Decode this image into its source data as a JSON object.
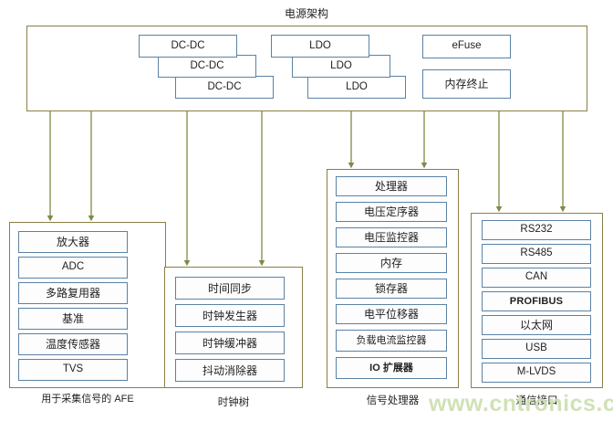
{
  "diagram": {
    "title": "电源架构",
    "watermark": "www.cntronics.com"
  },
  "power_block": {
    "name": "电源架构",
    "rails": {
      "dcdc": [
        "DC-DC",
        "DC-DC",
        "DC-DC"
      ],
      "ldo": [
        "LDO",
        "LDO",
        "LDO"
      ],
      "misc": [
        "eFuse",
        "内存终止"
      ]
    }
  },
  "groups": [
    {
      "id": "afe",
      "caption": "用于采集信号的 AFE",
      "items": [
        "放大器",
        "ADC",
        "多路复用器",
        "基准",
        "温度传感器",
        "TVS"
      ]
    },
    {
      "id": "clock-tree",
      "caption": "时钟树",
      "items": [
        "时间同步",
        "时钟发生器",
        "时钟缓冲器",
        "抖动消除器"
      ]
    },
    {
      "id": "signal-processor",
      "caption": "信号处理器",
      "items": [
        "处理器",
        "电压定序器",
        "电压监控器",
        "内存",
        "锁存器",
        "电平位移器",
        "负载电流监控器",
        "IO 扩展器"
      ]
    },
    {
      "id": "comm-interface",
      "caption": "通信接口",
      "items": [
        "RS232",
        "RS485",
        "CAN",
        "PROFIBUS",
        "以太网",
        "USB",
        "M-LVDS"
      ]
    }
  ],
  "colors": {
    "frame_stroke": "#8a7f46",
    "leaf_stroke": "#5a82a6",
    "wire": "#7c8b45",
    "text": "#231f20",
    "watermark": "#cfe0b4"
  }
}
